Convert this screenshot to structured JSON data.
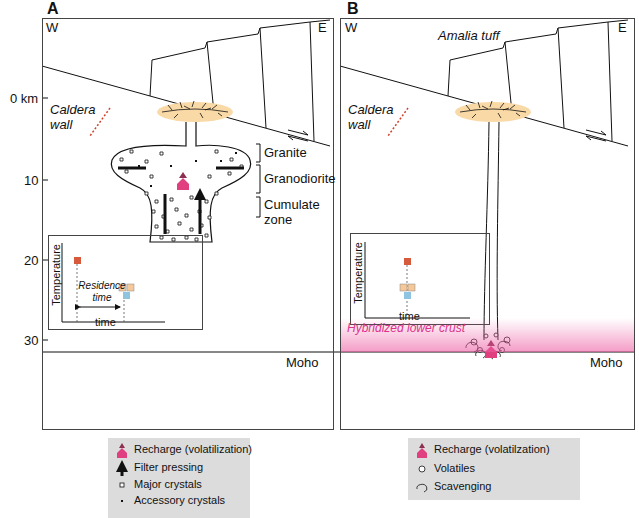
{
  "diagram": {
    "nodes": [
      {
        "text": [
          "A"
        ]
      },
      {
        "text": [
          "Temperature",
          "Residence time",
          "time"
        ],
        "in": 0
      },
      {
        "text": [
          "B"
        ]
      },
      {
        "text": [
          "Temperature",
          "time"
        ],
        "in": 2
      },
      {
        "text": [
          "Hybridized lower crust"
        ],
        "in": 2
      }
    ],
    "labels": [
      "W",
      "E",
      "0 km",
      "10",
      "20",
      "30",
      "Caldera wall",
      "Granite",
      "Granodiorite",
      "Cumulate zone",
      "Moho",
      "W",
      "E",
      "Amalia tuff",
      "Caldera wall",
      "Moho"
    ],
    "legend": [
      {
        "text": "Recharge (volatilization)"
      },
      {
        "text": "Filter pressing"
      },
      {
        "text": "Major crystals"
      },
      {
        "text": "Accessory crystals"
      },
      {
        "text": "Recharge (volatilzation)"
      },
      {
        "text": "Volatiles"
      },
      {
        "text": "Scavenging"
      }
    ]
  }
}
